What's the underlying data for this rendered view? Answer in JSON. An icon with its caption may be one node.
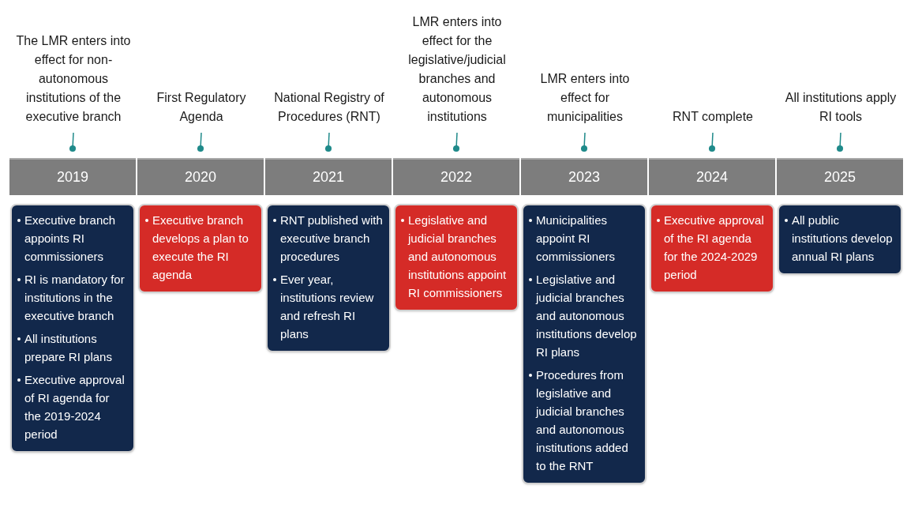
{
  "diagram": {
    "nodes": [
      {
        "text": [
          "The LMR enters into effect for non-autonomous institutions of the executive branch"
        ]
      },
      {
        "text": [
          "First Regulatory Agenda"
        ]
      },
      {
        "text": [
          "National Registry of Procedures (RNT)"
        ]
      },
      {
        "text": [
          "LMR enters into effect for the legislative/judicial branches and autonomous institutions"
        ]
      },
      {
        "text": [
          "LMR enters into effect for municipalities"
        ]
      },
      {
        "text": [
          "RNT complete"
        ]
      },
      {
        "text": [
          "All institutions apply RI tools"
        ]
      },
      {
        "text": [
          "2019"
        ]
      },
      {
        "text": [
          "2020"
        ]
      },
      {
        "text": [
          "2021"
        ]
      },
      {
        "text": [
          "2022"
        ]
      },
      {
        "text": [
          "2023"
        ]
      },
      {
        "text": [
          "2024"
        ]
      },
      {
        "text": [
          "2025"
        ]
      },
      {
        "text": [
          "Executive branch appoints RI commissioners",
          "RI is mandatory for institutions in the executive branch",
          "All institutions prepare RI plans",
          "Executive approval of RI agenda for the 2019-2024 period"
        ]
      },
      {
        "text": [
          "Executive branch develops a plan to execute the RI agenda"
        ]
      },
      {
        "text": [
          "RNT published with executive branch procedures",
          "Ever year, institutions review and refresh RI plans"
        ]
      },
      {
        "text": [
          "Legislative and judicial branches and autonomous institutions appoint RI commissioners"
        ]
      },
      {
        "text": [
          "Municipalities appoint RI commissioners",
          "Legislative and judicial branches and autonomous institutions develop RI plans",
          "Procedures from legislative and judicial branches and autonomous institutions added to the RNT"
        ]
      },
      {
        "text": [
          "Executive approval of the RI agenda for the 2024-2029 period"
        ]
      },
      {
        "text": [
          "All public institutions develop annual RI plans"
        ]
      }
    ],
    "edges": [
      {
        "from": 0,
        "to": 7,
        "arrow": "other"
      },
      {
        "from": 1,
        "to": 8,
        "arrow": "other"
      },
      {
        "from": 2,
        "to": 9,
        "arrow": "other"
      },
      {
        "from": 3,
        "to": 10,
        "arrow": "other"
      },
      {
        "from": 4,
        "to": 11,
        "arrow": "other"
      },
      {
        "from": 5,
        "to": 12,
        "arrow": "other"
      },
      {
        "from": 6,
        "to": 13,
        "arrow": "other"
      }
    ]
  }
}
